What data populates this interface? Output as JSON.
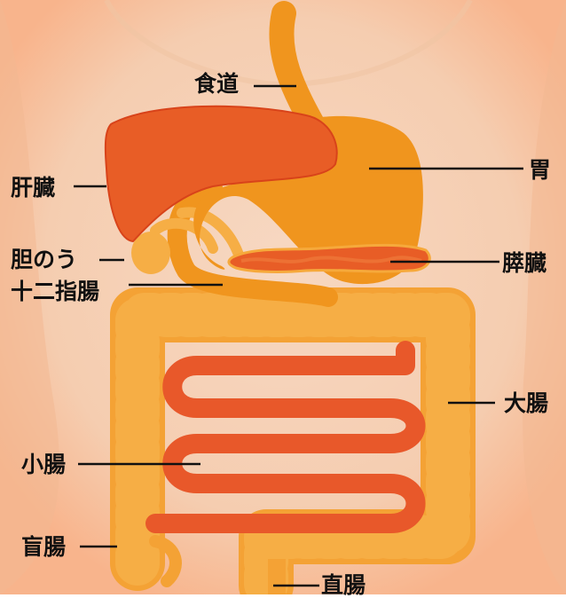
{
  "labels": {
    "esophagus": "食道",
    "stomach": "胃",
    "liver": "肝臓",
    "gallbladder": "胆のう",
    "duodenum": "十二指腸",
    "pancreas": "膵臓",
    "large_intestine": "大腸",
    "small_intestine": "小腸",
    "cecum": "盲腸",
    "rectum": "直腸"
  },
  "colors": {
    "skin": "#f6d4bc",
    "organ_orange": "#f0951e",
    "liver_red": "#e85d26",
    "colon_yellow": "#f6a93b",
    "leader_line": "#111111"
  }
}
